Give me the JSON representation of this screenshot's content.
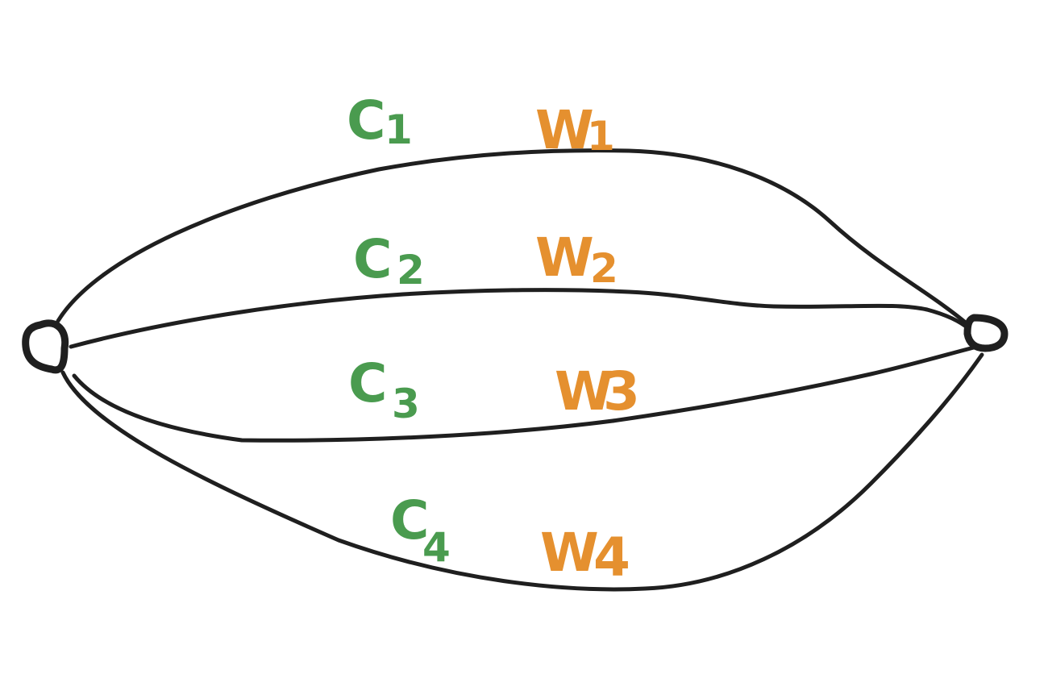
{
  "colors": {
    "stroke": "#1f1f1f",
    "cost": "#4a9b4f",
    "weight": "#e5902f"
  },
  "edges": [
    {
      "cost": {
        "letter": "C",
        "sub": "1"
      },
      "weight": {
        "letter": "W",
        "sub": "1"
      }
    },
    {
      "cost": {
        "letter": "C",
        "sub": "2"
      },
      "weight": {
        "letter": "W",
        "sub": "2"
      }
    },
    {
      "cost": {
        "letter": "C",
        "sub": "3"
      },
      "weight": {
        "letter": "W",
        "sub": "3"
      }
    },
    {
      "cost": {
        "letter": "C",
        "sub": "4"
      },
      "weight": {
        "letter": "W",
        "sub": "4"
      }
    }
  ]
}
